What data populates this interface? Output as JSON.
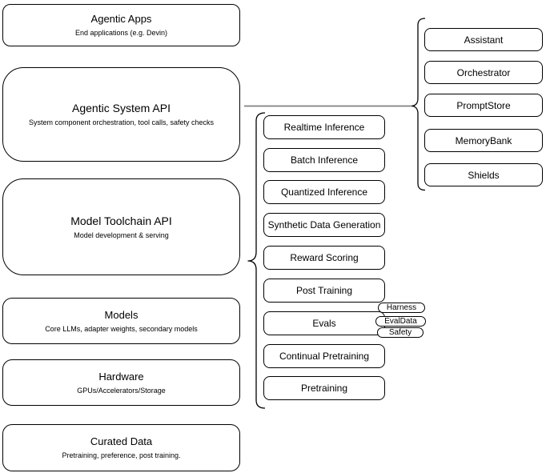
{
  "diagram": {
    "left_stack": [
      {
        "title": "Agentic Apps",
        "subtitle": "End applications (e.g. Devin)"
      },
      {
        "title": "Agentic System API",
        "subtitle": "System component orchestration, tool calls, safety checks"
      },
      {
        "title": "Model Toolchain API",
        "subtitle": "Model development & serving"
      },
      {
        "title": "Models",
        "subtitle": "Core LLMs, adapter weights, secondary models"
      },
      {
        "title": "Hardware",
        "subtitle": "GPUs/Accelerators/Storage"
      },
      {
        "title": "Curated Data",
        "subtitle": "Pretraining, preference, post training."
      }
    ],
    "toolchain_stack": [
      "Realtime Inference",
      "Batch Inference",
      "Quantized Inference",
      "Synthetic Data Generation",
      "Reward Scoring",
      "Post Training",
      "Evals",
      "Continual Pretraining",
      "Pretraining"
    ],
    "eval_tags": [
      "Harness",
      "EvalData",
      "Safety"
    ],
    "system_components": [
      "Assistant",
      "Orchestrator",
      "PromptStore",
      "MemoryBank",
      "Shields"
    ],
    "colors": {
      "border": "#000000",
      "background": "#ffffff",
      "text": "#000000",
      "connector": "#808080"
    }
  }
}
